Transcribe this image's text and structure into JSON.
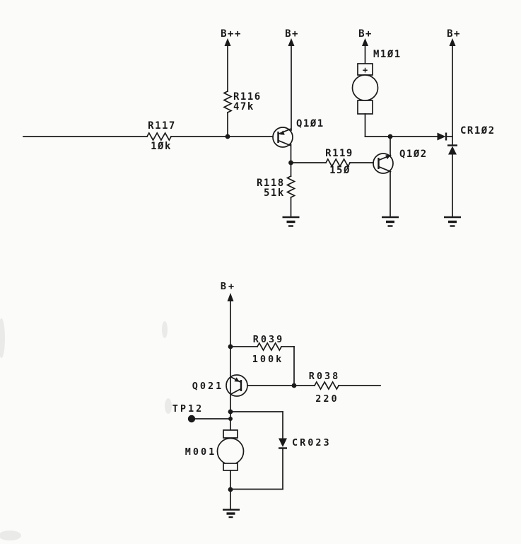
{
  "colors": {
    "ink": "#1a1a1a",
    "paper": "#fbfbfa"
  },
  "top_circuit": {
    "rail1_label": "B++",
    "rail2_label": "B+",
    "rail3_label": "B+",
    "rail4_label": "B+",
    "r116_ref": "R116",
    "r116_value": "47k",
    "r117_ref": "R117",
    "r117_value": "1Øk",
    "r118_ref": "R118",
    "r118_value": "51k",
    "r119_ref": "R119",
    "r119_value": "15Ø",
    "q101_ref": "Q1Ø1",
    "q102_ref": "Q1Ø2",
    "m101_ref": "M1Ø1",
    "m101_polarity": "+",
    "cr102_ref": "CR1Ø2"
  },
  "bottom_circuit": {
    "rail_label": "B+",
    "r039_ref": "R039",
    "r039_value": "100k",
    "r038_ref": "R038",
    "r038_value": "220",
    "q021_ref": "Q021",
    "tp12_ref": "TP12",
    "m001_ref": "M001",
    "cr023_ref": "CR023"
  }
}
